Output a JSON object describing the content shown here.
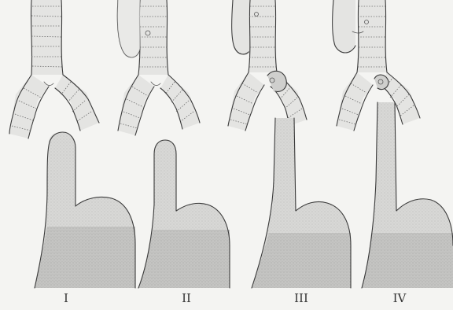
{
  "figure": {
    "panels": [
      {
        "label": "I"
      },
      {
        "label": "II"
      },
      {
        "label": "III"
      },
      {
        "label": "IV"
      }
    ]
  }
}
